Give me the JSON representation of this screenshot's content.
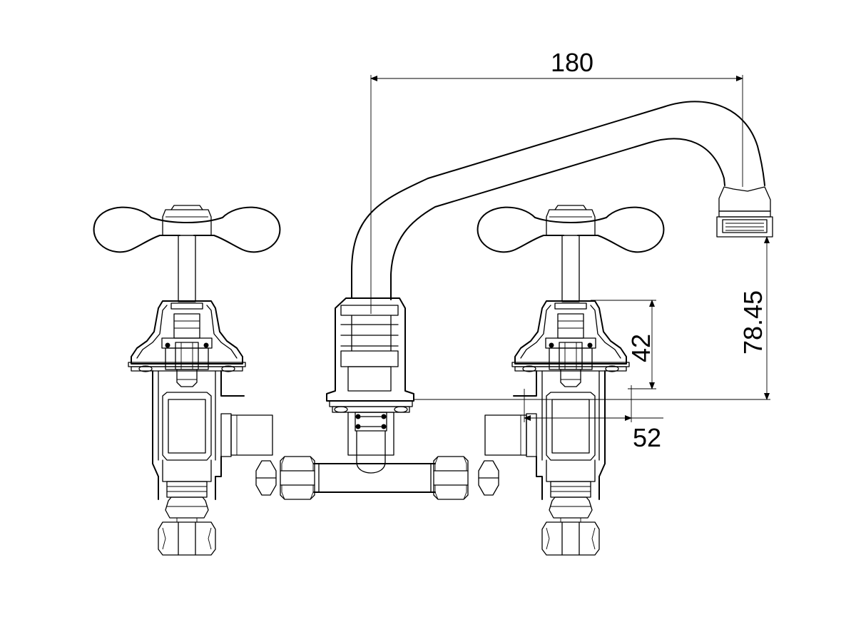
{
  "dimensions": {
    "spout_reach": "180",
    "spout_height": "78.45",
    "body_height": "42",
    "flange_width": "52"
  }
}
